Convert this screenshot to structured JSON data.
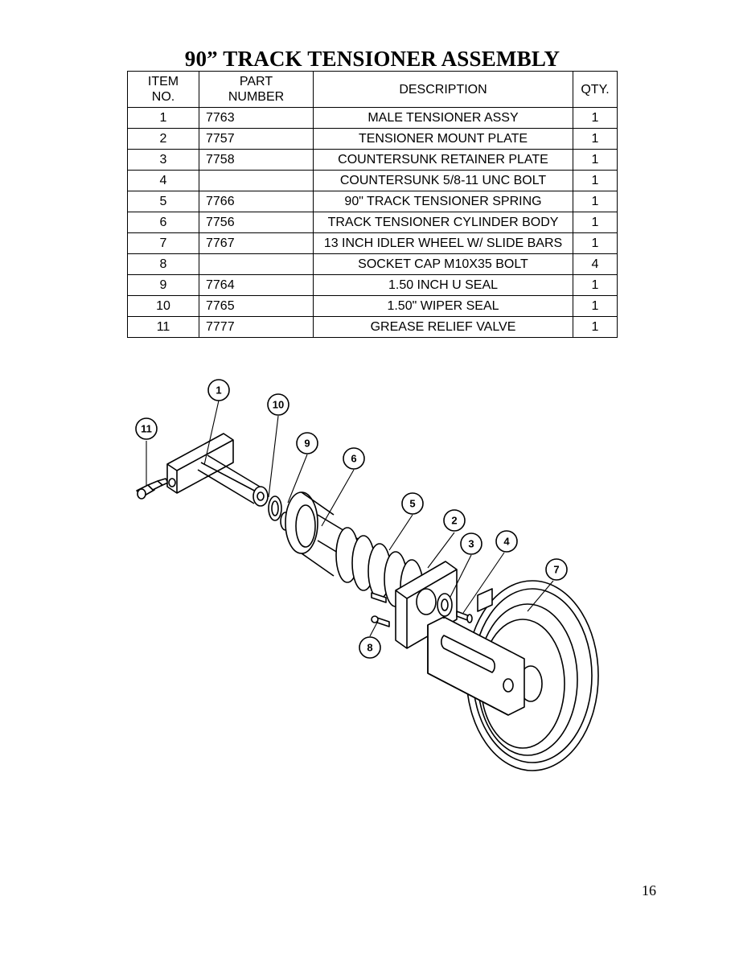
{
  "title": "90” TRACK TENSIONER ASSEMBLY",
  "table": {
    "headers": {
      "item_line1": "ITEM",
      "item_line2": "NO.",
      "part_line1": "PART",
      "part_line2": "NUMBER",
      "description": "DESCRIPTION",
      "qty": "QTY."
    },
    "rows": [
      {
        "item": "1",
        "part": "7763",
        "description": "MALE TENSIONER ASSY",
        "qty": "1"
      },
      {
        "item": "2",
        "part": "7757",
        "description": "TENSIONER MOUNT PLATE",
        "qty": "1"
      },
      {
        "item": "3",
        "part": "7758",
        "description": "COUNTERSUNK RETAINER PLATE",
        "qty": "1"
      },
      {
        "item": "4",
        "part": "",
        "description": "COUNTERSUNK 5/8-11 UNC BOLT",
        "qty": "1"
      },
      {
        "item": "5",
        "part": "7766",
        "description": "90\" TRACK TENSIONER SPRING",
        "qty": "1"
      },
      {
        "item": "6",
        "part": "7756",
        "description": "TRACK TENSIONER CYLINDER BODY",
        "qty": "1"
      },
      {
        "item": "7",
        "part": "7767",
        "description": "13 INCH IDLER WHEEL W/ SLIDE BARS",
        "qty": "1"
      },
      {
        "item": "8",
        "part": "",
        "description": "SOCKET CAP M10X35 BOLT",
        "qty": "4"
      },
      {
        "item": "9",
        "part": "7764",
        "description": "1.50 INCH U SEAL",
        "qty": "1"
      },
      {
        "item": "10",
        "part": "7765",
        "description": "1.50\" WIPER SEAL",
        "qty": "1"
      },
      {
        "item": "11",
        "part": "7777",
        "description": "GREASE RELIEF VALVE",
        "qty": "1"
      }
    ]
  },
  "diagram": {
    "callouts": [
      "1",
      "2",
      "3",
      "4",
      "5",
      "6",
      "7",
      "8",
      "9",
      "10",
      "11"
    ]
  },
  "page_number": "16"
}
